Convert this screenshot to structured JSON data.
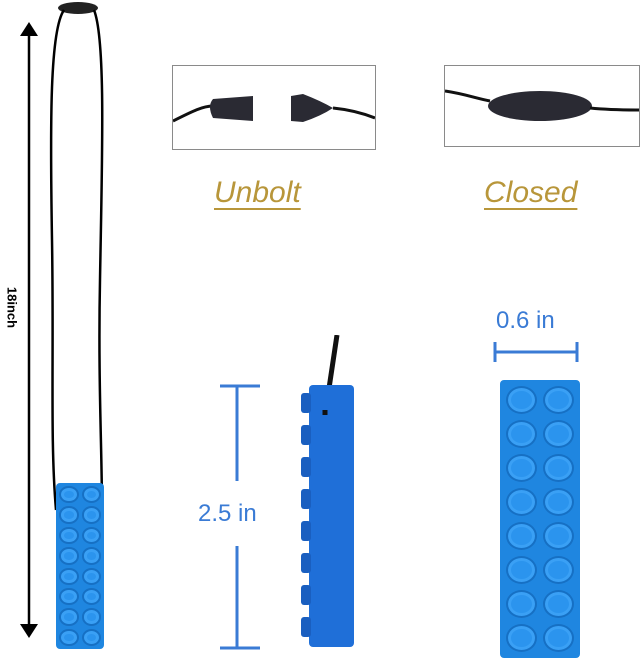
{
  "labels": {
    "length": "18inch",
    "unbolt": "Unbolt",
    "closed": "Closed",
    "height": "2.5 in",
    "width": "0.6 in"
  },
  "colors": {
    "brick_blue": "#1f86e0",
    "dimension_blue": "#3a7bd5",
    "label_gold": "#b8963a",
    "cord": "#111111"
  },
  "panels": [
    {
      "name": "clasp-unbolt-photo",
      "caption": "Unbolt"
    },
    {
      "name": "clasp-closed-photo",
      "caption": "Closed"
    }
  ]
}
